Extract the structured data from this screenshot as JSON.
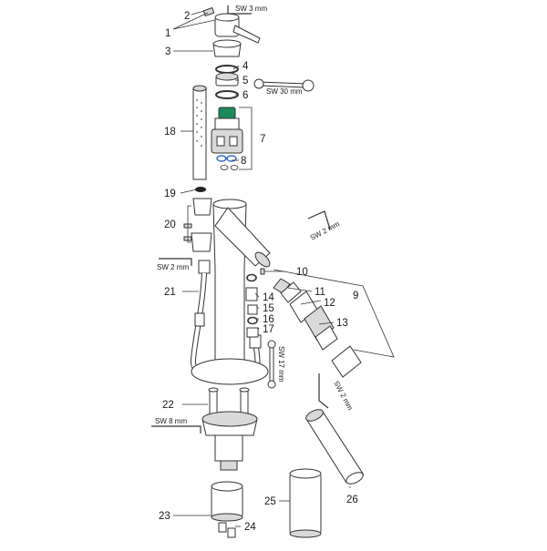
{
  "part_numbers": [
    "1",
    "2",
    "3",
    "4",
    "5",
    "6",
    "7",
    "8",
    "9",
    "10",
    "11",
    "12",
    "13",
    "14",
    "15",
    "16",
    "17",
    "18",
    "19",
    "20",
    "21",
    "22",
    "23",
    "24",
    "25",
    "26"
  ],
  "tool_sizes": {
    "sw_3": "SW 3 mm",
    "sw_30": "SW 30 mm",
    "sw_2_right": "SW 2 mm",
    "sw_2_left": "SW 2 mm",
    "sw_17": "SW 17 mm",
    "sw_2_lower": "SW 2 mm",
    "sw_8": "SW 8 mm"
  },
  "colors": {
    "line": "#333333",
    "cartridge_top": "#1e8a5c",
    "oring_blue": "#3d6fc9",
    "shade": "#d9d9d9"
  }
}
